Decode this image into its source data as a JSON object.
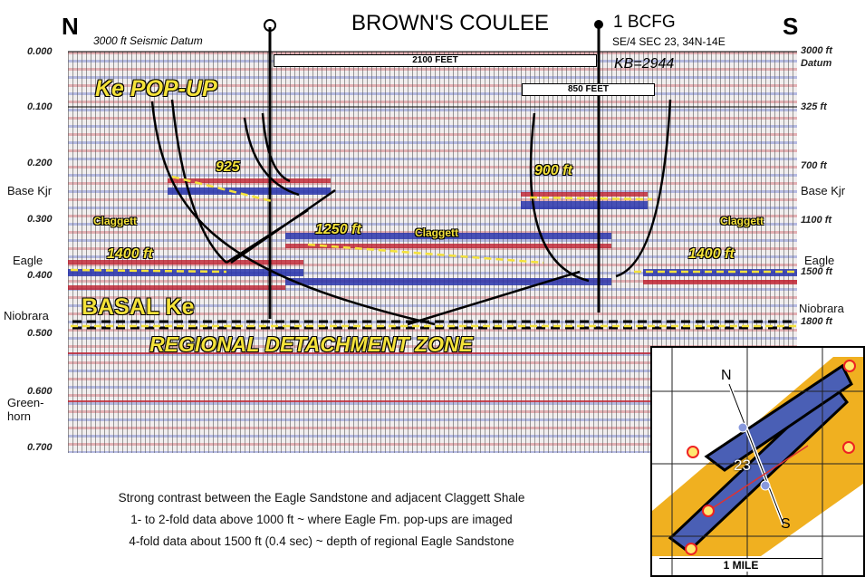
{
  "title": "BROWN'S COULEE",
  "compass": {
    "north": "N",
    "south": "S"
  },
  "datum_left": "3000 ft Seismic Datum",
  "well": {
    "name": "1 BCFG",
    "location": "SE/4 SEC 23, 34N-14E",
    "kb": "KB=2944"
  },
  "scales": {
    "wide": "2100 FEET",
    "narrow": "850 FEET"
  },
  "time_axis": [
    "0.000",
    "0.100",
    "0.200",
    "0.300",
    "0.400",
    "0.500",
    "0.600",
    "0.700"
  ],
  "depth_axis": [
    "3000 ft",
    "Datum",
    "325 ft",
    "700 ft",
    "1100 ft",
    "1500 ft",
    "1800 ft"
  ],
  "left_horizons": [
    "Base Kjr",
    "Eagle",
    "Niobrara",
    "Green-",
    "horn"
  ],
  "right_horizons": [
    "Base Kjr",
    "Eagle",
    "Niobrara"
  ],
  "annotations": {
    "popup": "Ke POP-UP",
    "d925": "925",
    "d900": "900 ft",
    "d1250": "1250 ft",
    "d1400a": "1400 ft",
    "d1400b": "1400 ft",
    "claggett": "Claggett",
    "basal": "BASAL Ke",
    "detach": "REGIONAL DETACHMENT ZONE"
  },
  "captions": [
    "Strong contrast between the Eagle Sandstone and adjacent Claggett Shale",
    "1- to 2-fold data above 1000 ft ~ where Eagle Fm. pop-ups are imaged",
    "4-fold data about 1500 ft (0.4 sec) ~ depth of regional Eagle Sandstone"
  ],
  "inset": {
    "n": "N",
    "s": "S",
    "section": "23",
    "scale": "1 MILE"
  }
}
